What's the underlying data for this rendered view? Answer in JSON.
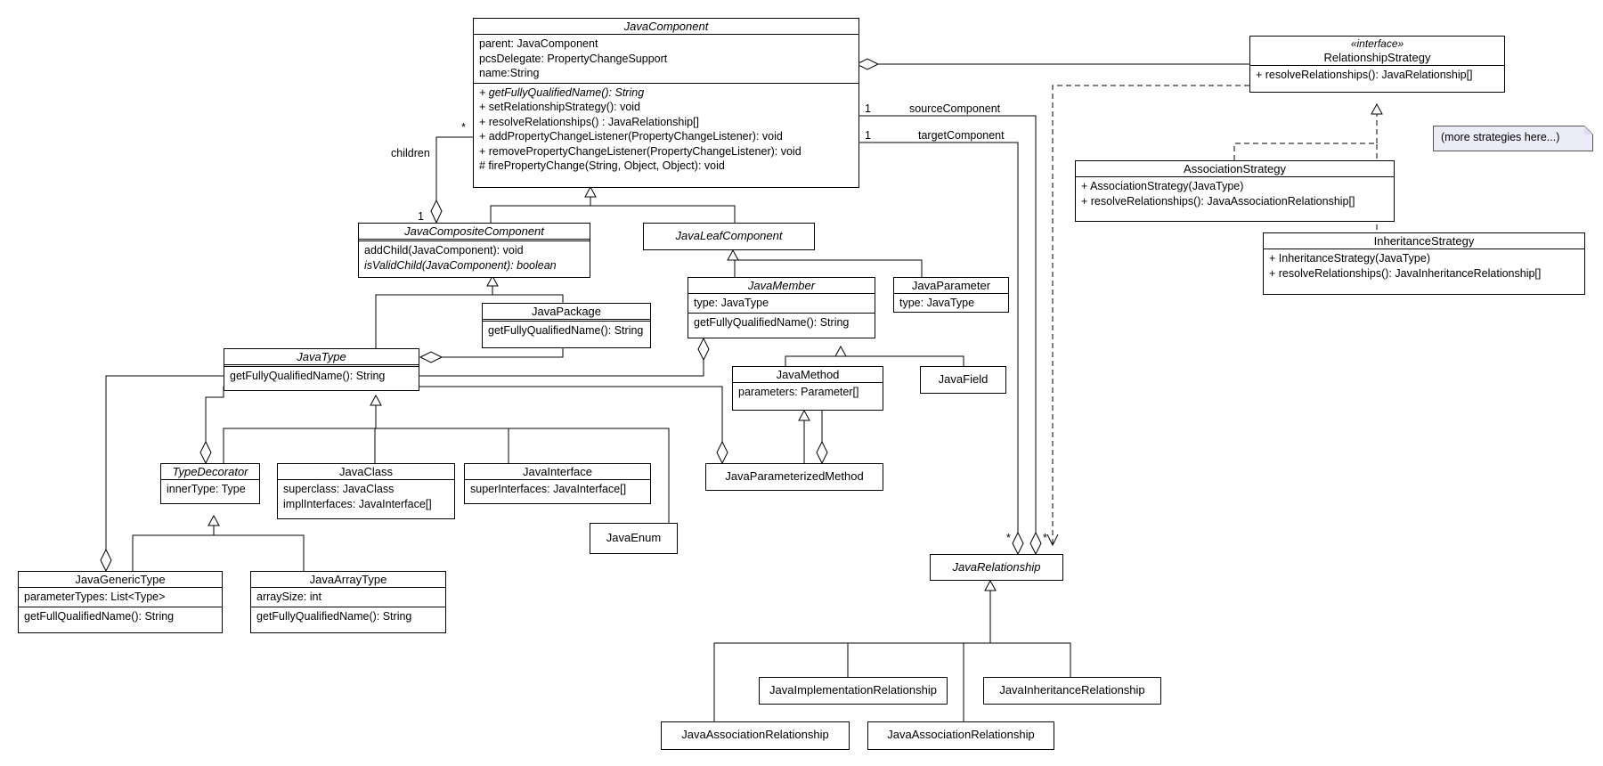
{
  "classes": {
    "java_component": {
      "name": "JavaComponent",
      "attributes": [
        "parent: JavaComponent",
        "pcsDelegate: PropertyChangeSupport",
        "name:String"
      ],
      "operations": [
        "+ getFullyQualifiedName(): String",
        "+ setRelationshipStrategy(): void",
        "+ resolveRelationships() : JavaRelationship[]",
        "+ addPropertyChangeListener(PropertyChangeListener): void",
        "+ removePropertyChangeListener(PropertyChangeListener): void",
        "# firePropertyChange(String, Object, Object): void"
      ]
    },
    "relationship_strategy": {
      "stereotype": "«interface»",
      "name": "RelationshipStrategy",
      "operations": [
        "+ resolveRelationships(): JavaRelationship[]"
      ]
    },
    "association_strategy": {
      "name": "AssociationStrategy",
      "operations": [
        "+ AssociationStrategy(JavaType)",
        "+ resolveRelationships(): JavaAssociationRelationship[]"
      ]
    },
    "inheritance_strategy": {
      "name": "InheritanceStrategy",
      "operations": [
        "+ InheritanceStrategy(JavaType)",
        "+ resolveRelationships(): JavaInheritanceRelationship[]"
      ]
    },
    "java_composite_component": {
      "name": "JavaCompositeComponent",
      "operations": [
        "addChild(JavaComponent): void",
        "isValidChild(JavaComponent): boolean"
      ]
    },
    "java_leaf_component": {
      "name": "JavaLeafComponent"
    },
    "java_package": {
      "name": "JavaPackage",
      "operations": [
        "getFullyQualifiedName(): String"
      ]
    },
    "java_member": {
      "name": "JavaMember",
      "attributes": [
        "type: JavaType"
      ],
      "operations": [
        "getFullyQualifiedName(): String"
      ]
    },
    "java_parameter": {
      "name": "JavaParameter",
      "attributes": [
        "type: JavaType"
      ]
    },
    "java_type": {
      "name": "JavaType",
      "operations": [
        "getFullyQualifiedName(): String"
      ]
    },
    "java_method": {
      "name": "JavaMethod",
      "attributes": [
        "parameters: Parameter[]"
      ]
    },
    "java_field": {
      "name": "JavaField"
    },
    "type_decorator": {
      "name": "TypeDecorator",
      "attributes": [
        "innerType: Type"
      ]
    },
    "java_class": {
      "name": "JavaClass",
      "attributes": [
        "superclass: JavaClass",
        "implInterfaces: JavaInterface[]"
      ]
    },
    "java_interface": {
      "name": "JavaInterface",
      "attributes": [
        "superInterfaces: JavaInterface[]"
      ]
    },
    "java_parameterized_method": {
      "name": "JavaParameterizedMethod"
    },
    "java_enum": {
      "name": "JavaEnum"
    },
    "java_generic_type": {
      "name": "JavaGenericType",
      "attributes": [
        "parameterTypes: List<Type>"
      ],
      "operations": [
        "getFullQualifiedName(): String"
      ]
    },
    "java_array_type": {
      "name": "JavaArrayType",
      "attributes": [
        "arraySize: int"
      ],
      "operations": [
        "getFullyQualifiedName(): String"
      ]
    },
    "java_relationship": {
      "name": "JavaRelationship"
    },
    "java_implementation_relationship": {
      "name": "JavaImplementationRelationship"
    },
    "java_inheritance_relationship": {
      "name": "JavaInheritanceRelationship"
    },
    "java_association_relationship_1": {
      "name": "JavaAssociationRelationship"
    },
    "java_association_relationship_2": {
      "name": "JavaAssociationRelationship"
    }
  },
  "labels": {
    "children": "children",
    "children_mult_many": "*",
    "children_mult_one": "1",
    "source_component": "sourceComponent",
    "source_mult": "1",
    "target_component": "targetComponent",
    "target_mult": "1",
    "rel_mult_a": "*",
    "rel_mult_b": "*"
  },
  "note": "(more strategies here...)"
}
